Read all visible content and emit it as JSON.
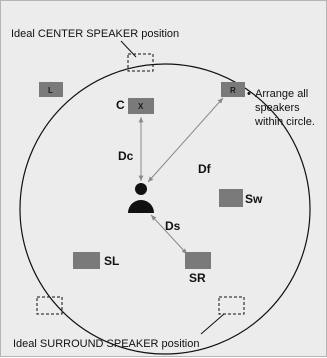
{
  "captions": {
    "center_ideal": "Ideal CENTER SPEAKER position",
    "surround_ideal": "Ideal SURROUND SPEAKER position"
  },
  "note": {
    "bullet": "•",
    "lines": [
      "Arrange all",
      "speakers",
      "within circle."
    ]
  },
  "speakers": {
    "front_left": {
      "box_text": "L"
    },
    "front_right": {
      "box_text": "R"
    },
    "center": {
      "label": "C",
      "box_text": "X"
    },
    "subwoofer": {
      "label": "Sw"
    },
    "surround_left": {
      "label": "SL"
    },
    "surround_right": {
      "label": "SR"
    }
  },
  "distances": {
    "dc": "Dc",
    "df": "Df",
    "ds": "Ds"
  },
  "colors": {
    "background": "#ececec",
    "speaker_fill": "#7a7a7a",
    "line": "#111111",
    "arrow": "#8a8a8a"
  }
}
